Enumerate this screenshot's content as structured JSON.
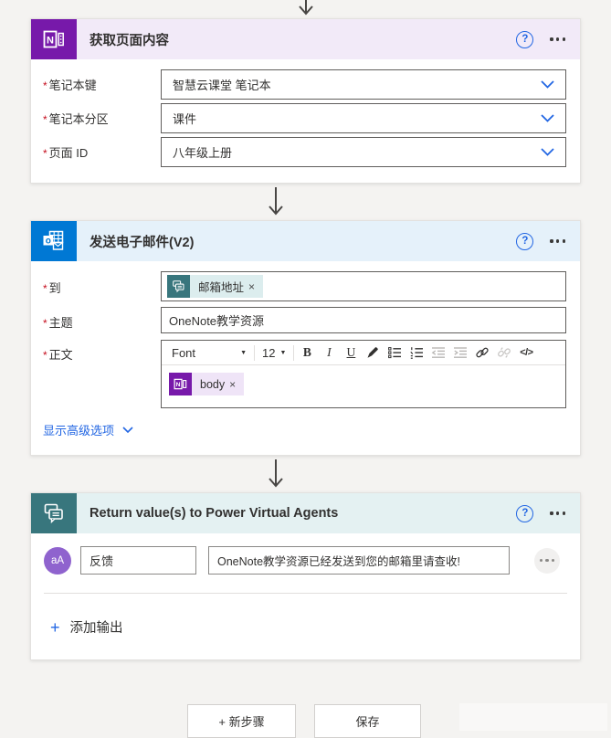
{
  "colors": {
    "onenote": "#7719AA",
    "onenote_light": "#F2EAF8",
    "outlook": "#0078D4",
    "outlook_light": "#E5F1FA",
    "pva": "#38767D",
    "pva_light": "#E4F1F2",
    "accent": "#2266E3",
    "required_red": "#C50F1F",
    "avatar_purple": "#8F63CE",
    "token_teal_bg": "#DCEDEE",
    "token_purple_bg": "#EFE4F7",
    "arrow_gray": "#484644"
  },
  "marks": {
    "required": "*",
    "remove": "×"
  },
  "onenote_card": {
    "title": "获取页面内容",
    "help_label": "?",
    "fields": [
      {
        "label": "笔记本键",
        "value": "智慧云课堂 笔记本"
      },
      {
        "label": "笔记本分区",
        "value": "课件"
      },
      {
        "label": "页面 ID",
        "value": "八年级上册"
      }
    ]
  },
  "email_card": {
    "title": "发送电子邮件(V2)",
    "help_label": "?",
    "to_label": "到",
    "to_token": "邮箱地址",
    "subject_label": "主题",
    "subject_value": "OneNote教学资源",
    "body_label": "正文",
    "toolbar": {
      "font_label": "Font",
      "size_label": "12",
      "bold": "B",
      "italic": "I",
      "underline": "U",
      "code": "</>"
    },
    "body_token": "body",
    "advanced_link": "显示高级选项"
  },
  "pva_card": {
    "title": "Return value(s) to Power Virtual Agents",
    "help_label": "?",
    "avatar_label": "aA",
    "output_name": "反馈",
    "output_value": "OneNote教学资源已经发送到您的邮箱里请查收!",
    "add_output_label": "添加输出"
  },
  "footer": {
    "new_step_label": "+ 新步骤",
    "save_label": "保存"
  }
}
